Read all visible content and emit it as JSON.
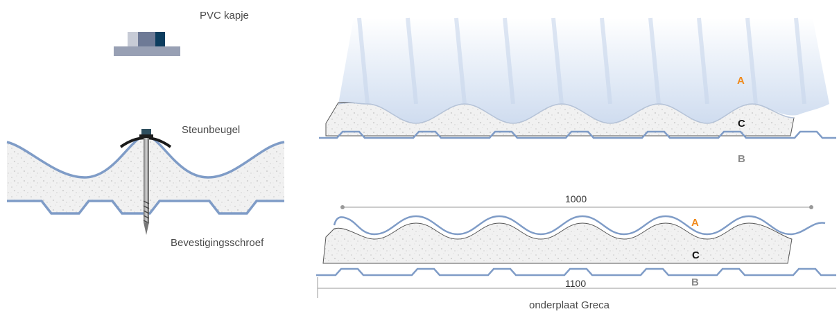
{
  "labels": {
    "pvc_cap": "PVC kapje",
    "support_bracket": "Steunbeugel",
    "fixing_screw": "Bevestigingsschroef",
    "underlay": "onderplaat Greca"
  },
  "letters": {
    "a": "A",
    "b": "B",
    "c": "C"
  },
  "dimensions": {
    "top_width": "1000",
    "bottom_width": "1100"
  },
  "colors": {
    "sheet_blue": "#7f9cc7",
    "letter_a": "#f08a1c",
    "letter_b": "#8a8a8a",
    "letter_c": "#111111",
    "pvc_light": "#c7cbd6",
    "pvc_mid": "#6e7a96",
    "pvc_dark": "#0d3d5f",
    "pvc_base": "#98a0b4"
  }
}
